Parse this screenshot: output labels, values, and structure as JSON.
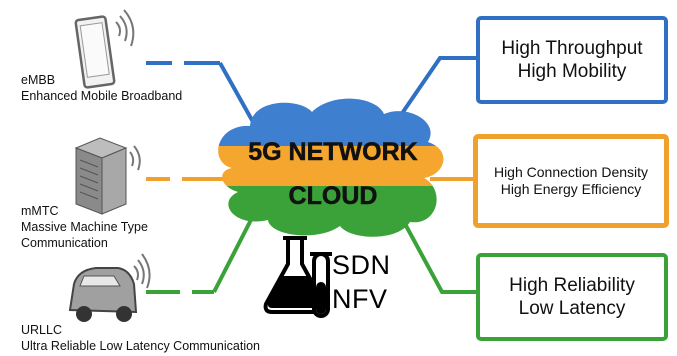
{
  "cloud": {
    "line1": "5G NETWORK",
    "line2": "CLOUD"
  },
  "services": {
    "embb": {
      "abbr": "eMBB",
      "name": "Enhanced Mobile Broadband"
    },
    "mmtc": {
      "abbr": "mMTC",
      "name_line1": "Massive Machine Type",
      "name_line2": "Communication"
    },
    "urllc": {
      "abbr": "URLLC",
      "name": "Ultra Reliable Low Latency Communication"
    }
  },
  "requirements": {
    "top": {
      "line1": "High Throughput",
      "line2": "High Mobility"
    },
    "middle": {
      "line1": "High Connection Density",
      "line2": "High Energy Efficiency"
    },
    "bottom": {
      "line1": "High Reliability",
      "line2": "Low Latency"
    }
  },
  "technologies": [
    "SDN",
    "NFV"
  ],
  "icons": [
    "smartphone-icon",
    "server-icon",
    "car-icon",
    "lab-flask-icon"
  ],
  "colors": {
    "embb": "#2f6fc4",
    "mmtc": "#f0a12b",
    "urllc": "#3aa238"
  }
}
